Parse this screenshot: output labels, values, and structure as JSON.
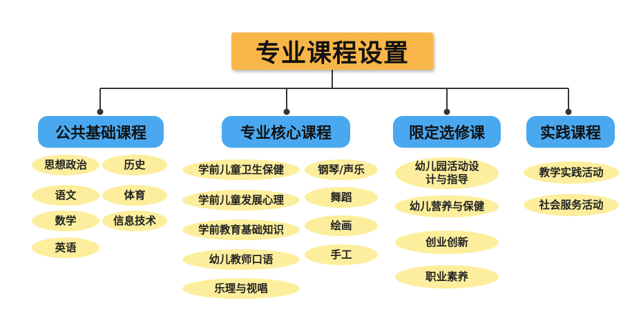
{
  "title": "专业课程设置",
  "categories": [
    {
      "label": "公共基础课程",
      "items": [
        "思想政治",
        "历史",
        "语文",
        "体育",
        "数学",
        "信息技术",
        "英语"
      ]
    },
    {
      "label": "专业核心课程",
      "items": [
        "学前儿童卫生保健",
        "钢琴/声乐",
        "学前儿童发展心理",
        "舞蹈",
        "学前教育基础知识",
        "绘画",
        "幼儿教师口语",
        "手工",
        "乐理与视唱"
      ]
    },
    {
      "label": "限定选修课",
      "items": [
        "幼儿园活动设计与指导",
        "幼儿营养与保健",
        "创业创新",
        "职业素养"
      ]
    },
    {
      "label": "实践课程",
      "items": [
        "教学实践活动",
        "社会服务活动"
      ]
    }
  ],
  "colors": {
    "title_fill": "#f9b648",
    "category_fill": "#4aa8f0",
    "item_fill": "#fcee9c",
    "connector": "#333333"
  }
}
